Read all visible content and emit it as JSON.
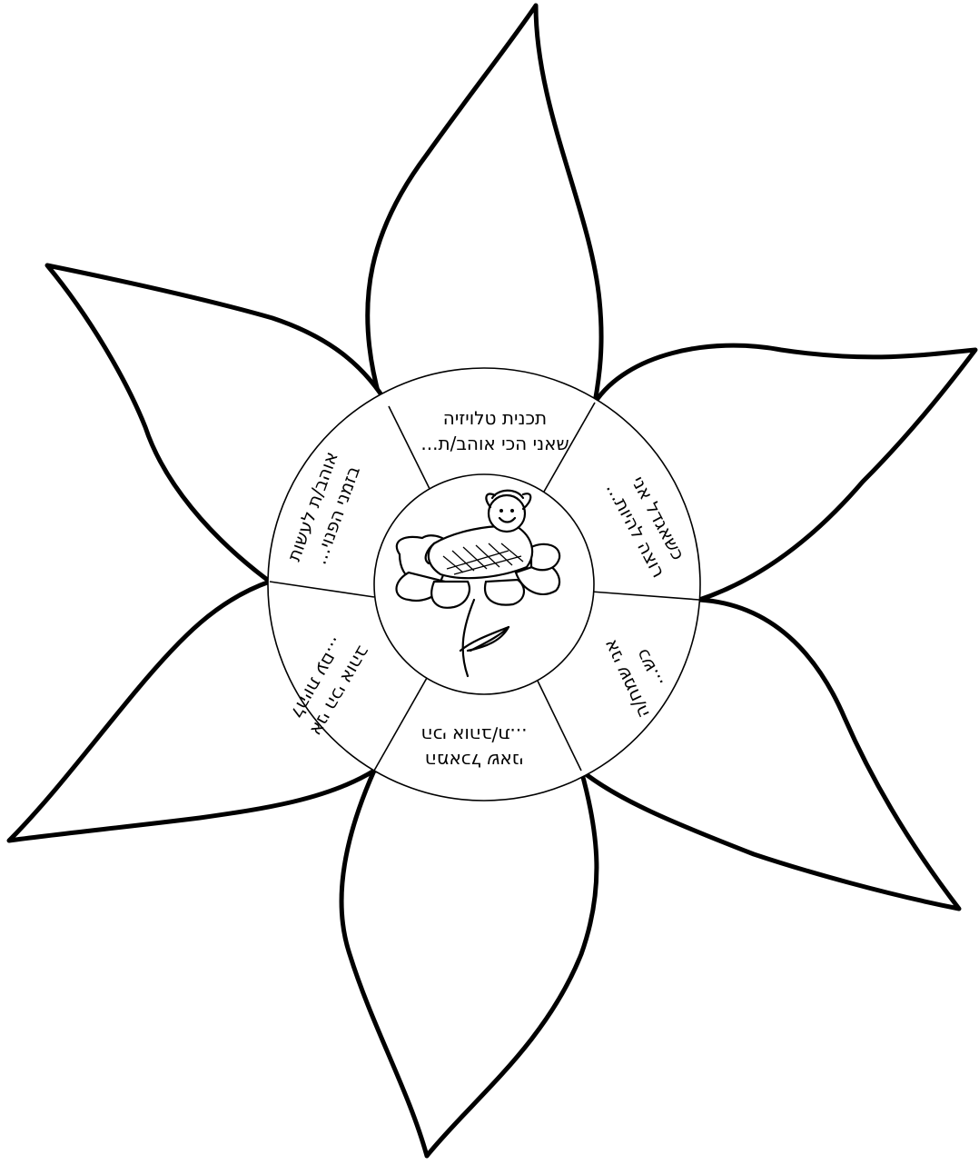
{
  "segments": [
    {
      "id": "tv-show",
      "line1": "תכנית טלויזיה",
      "line2": "שאני הכי אוהב/ת..."
    },
    {
      "id": "when-i-grow-up",
      "line1": "כשאגדל אני",
      "line2": "רוצה להיות..."
    },
    {
      "id": "i-feel-happy",
      "line1": "אני שמח/ה",
      "line2": "כש..."
    },
    {
      "id": "favorite-food",
      "line1": "המאכל שאני",
      "line2": "הכי אוהב/ת..."
    },
    {
      "id": "the-people-i-love",
      "line1": "אני הכי אוהב",
      "line2": "להיות עם..."
    },
    {
      "id": "free-time",
      "line1": "אוהב/ת לעשות",
      "line2": "בזמני הפנוי..."
    }
  ],
  "center_image": {
    "icon": "child-on-flower-icon"
  }
}
